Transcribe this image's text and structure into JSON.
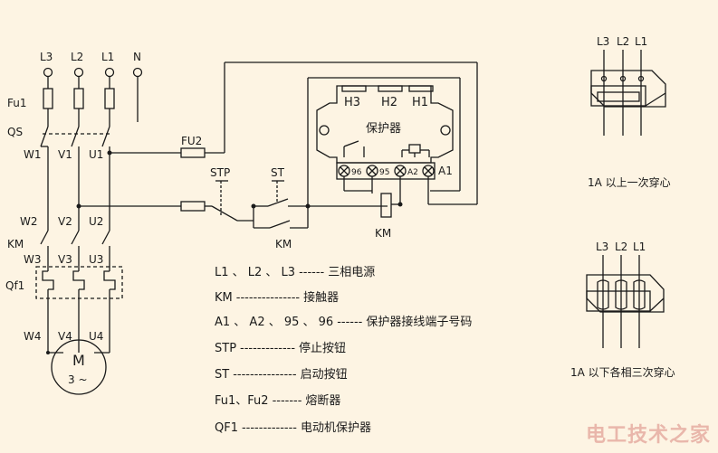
{
  "phases": {
    "l3": "L3",
    "l2": "L2",
    "l1": "L1",
    "n": "N"
  },
  "labels": {
    "fu1": "Fu1",
    "qs": "QS",
    "km_left": "KM",
    "qf1": "Qf1",
    "w1": "W1",
    "v1": "V1",
    "u1": "U1",
    "w2": "W2",
    "v2": "V2",
    "u2": "U2",
    "w3": "W3",
    "v3": "V3",
    "u3": "U3",
    "w4": "W4",
    "v4": "V4",
    "u4": "U4",
    "motor_m": "M",
    "motor_phase": "3 ~",
    "fu2": "FU2",
    "stp": "STP",
    "st": "ST",
    "km_contact": "KM",
    "km_coil": "KM"
  },
  "protector": {
    "title": "保护器",
    "h3": "H3",
    "h2": "H2",
    "h1": "H1",
    "t96": "96",
    "t95": "95",
    "ta2": "A2",
    "ta1": "A1"
  },
  "legend": [
    {
      "key": "L1 、 L2 、 L3",
      "dashes": "------",
      "value": "三相电源"
    },
    {
      "key": "KM",
      "dashes": "---------------",
      "value": "接触器"
    },
    {
      "key": "A1 、 A2 、 95 、 96",
      "dashes": "------",
      "value": "保护器接线端子号码"
    },
    {
      "key": "STP",
      "dashes": "-------------",
      "value": "停止按钮"
    },
    {
      "key": "ST",
      "dashes": "---------------",
      "value": "启动按钮"
    },
    {
      "key": "Fu1、Fu2",
      "dashes": " -------",
      "value": "熔断器"
    },
    {
      "key": "QF1",
      "dashes": "-------------",
      "value": "电动机保护器"
    }
  ],
  "inset_top": {
    "l3": "L3",
    "l2": "L2",
    "l1": "L1",
    "caption": "1A 以上一次穿心"
  },
  "inset_bottom": {
    "l3": "L3",
    "l2": "L2",
    "l1": "L1",
    "caption": "1A 以下各相三次穿心"
  },
  "watermark": "电工技术之家",
  "colors": {
    "line": "#1a1a1a",
    "background": "#fdf4e3",
    "watermark": "#e9b7ab"
  }
}
